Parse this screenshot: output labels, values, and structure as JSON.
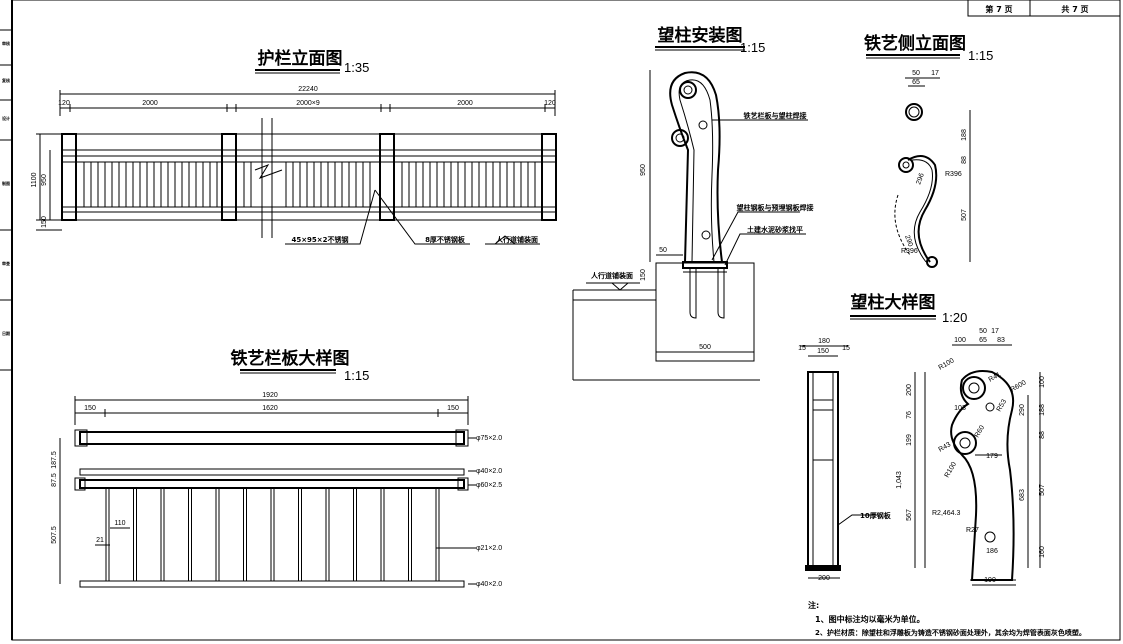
{
  "page": {
    "current": "第 7 页",
    "total": "共 7 页"
  },
  "guardrail": {
    "title": "护栏立面图",
    "scale": "1:35",
    "dims": {
      "total": "22240",
      "end_left": "120",
      "span_left": "2000",
      "span_mid": "2000×9",
      "span_right": "2000",
      "end_right": "120",
      "h_total": "1100",
      "h_rail": "950",
      "h_base": "150"
    },
    "labels": {
      "steel": "45×95×2不锈钢",
      "plate": "8厚不锈钢板",
      "deck": "人行道铺装面"
    }
  },
  "post_install": {
    "title": "望柱安装图",
    "scale": "1:15",
    "dims": {
      "height": "950",
      "offset": "50",
      "base_h": "150",
      "base_w": "500"
    },
    "labels": {
      "weld1": "铁艺栏板与望柱焊接",
      "weld2": "望柱钢板与预埋钢板焊接",
      "mortar": "土建水泥砂浆找平",
      "deck": "人行道铺装面"
    }
  },
  "side_elev": {
    "title": "铁艺侧立面图",
    "scale": "1:15",
    "dims": {
      "d50": "50",
      "d17": "17",
      "d65": "65",
      "h188": "188",
      "h88": "88",
      "h507": "507",
      "r396": "R396",
      "r396b": "R396",
      "a296": "296",
      "a290": "290"
    }
  },
  "panel_detail": {
    "title": "铁艺栏板大样图",
    "scale": "1:15",
    "dims": {
      "total": "1920",
      "end_l": "150",
      "mid": "1620",
      "end_r": "150",
      "h1": "187.5",
      "h2": "87.5",
      "h3": "507.5",
      "spacing": "110",
      "bar": "21"
    },
    "pipes": [
      "φ75×2.0",
      "φ40×2.0",
      "φ60×2.5",
      "φ21×2.0",
      "φ40×2.0"
    ]
  },
  "post_detail": {
    "title": "望柱大样图",
    "scale": "1:20",
    "dims": {
      "w180": "180",
      "w15a": "15",
      "w150": "150",
      "w15b": "15",
      "plate": "10厚钢板",
      "base": "200",
      "d100": "100",
      "d65": "65",
      "d83": "83",
      "d50": "50",
      "d17": "17",
      "d103": "103",
      "d179": "179",
      "d190": "190",
      "d186": "186",
      "h200": "200",
      "h76": "76",
      "h199": "199",
      "h1043": "1,043",
      "h567": "567",
      "h100": "100",
      "h188": "188",
      "h88": "88",
      "h507": "507",
      "h683": "683",
      "h160": "160",
      "h290": "290",
      "r100": "R100",
      "r41": "R41",
      "r600": "R600",
      "r43": "R43",
      "r53": "R53",
      "r60": "R60",
      "r100b": "R100",
      "r2464": "R2,464.3",
      "r27": "R27"
    }
  },
  "notes": {
    "heading": "注:",
    "items": [
      "1、图中标注均以毫米为单位。",
      "2、护栏材质：除望柱和浮雕板为铸造不锈钢砂面处理外，其余均为焊管表面灰色喷塑。"
    ]
  },
  "sidebar": {
    "marks": [
      "审核",
      "复核",
      "设计",
      "制图",
      "审查",
      "日期"
    ]
  }
}
